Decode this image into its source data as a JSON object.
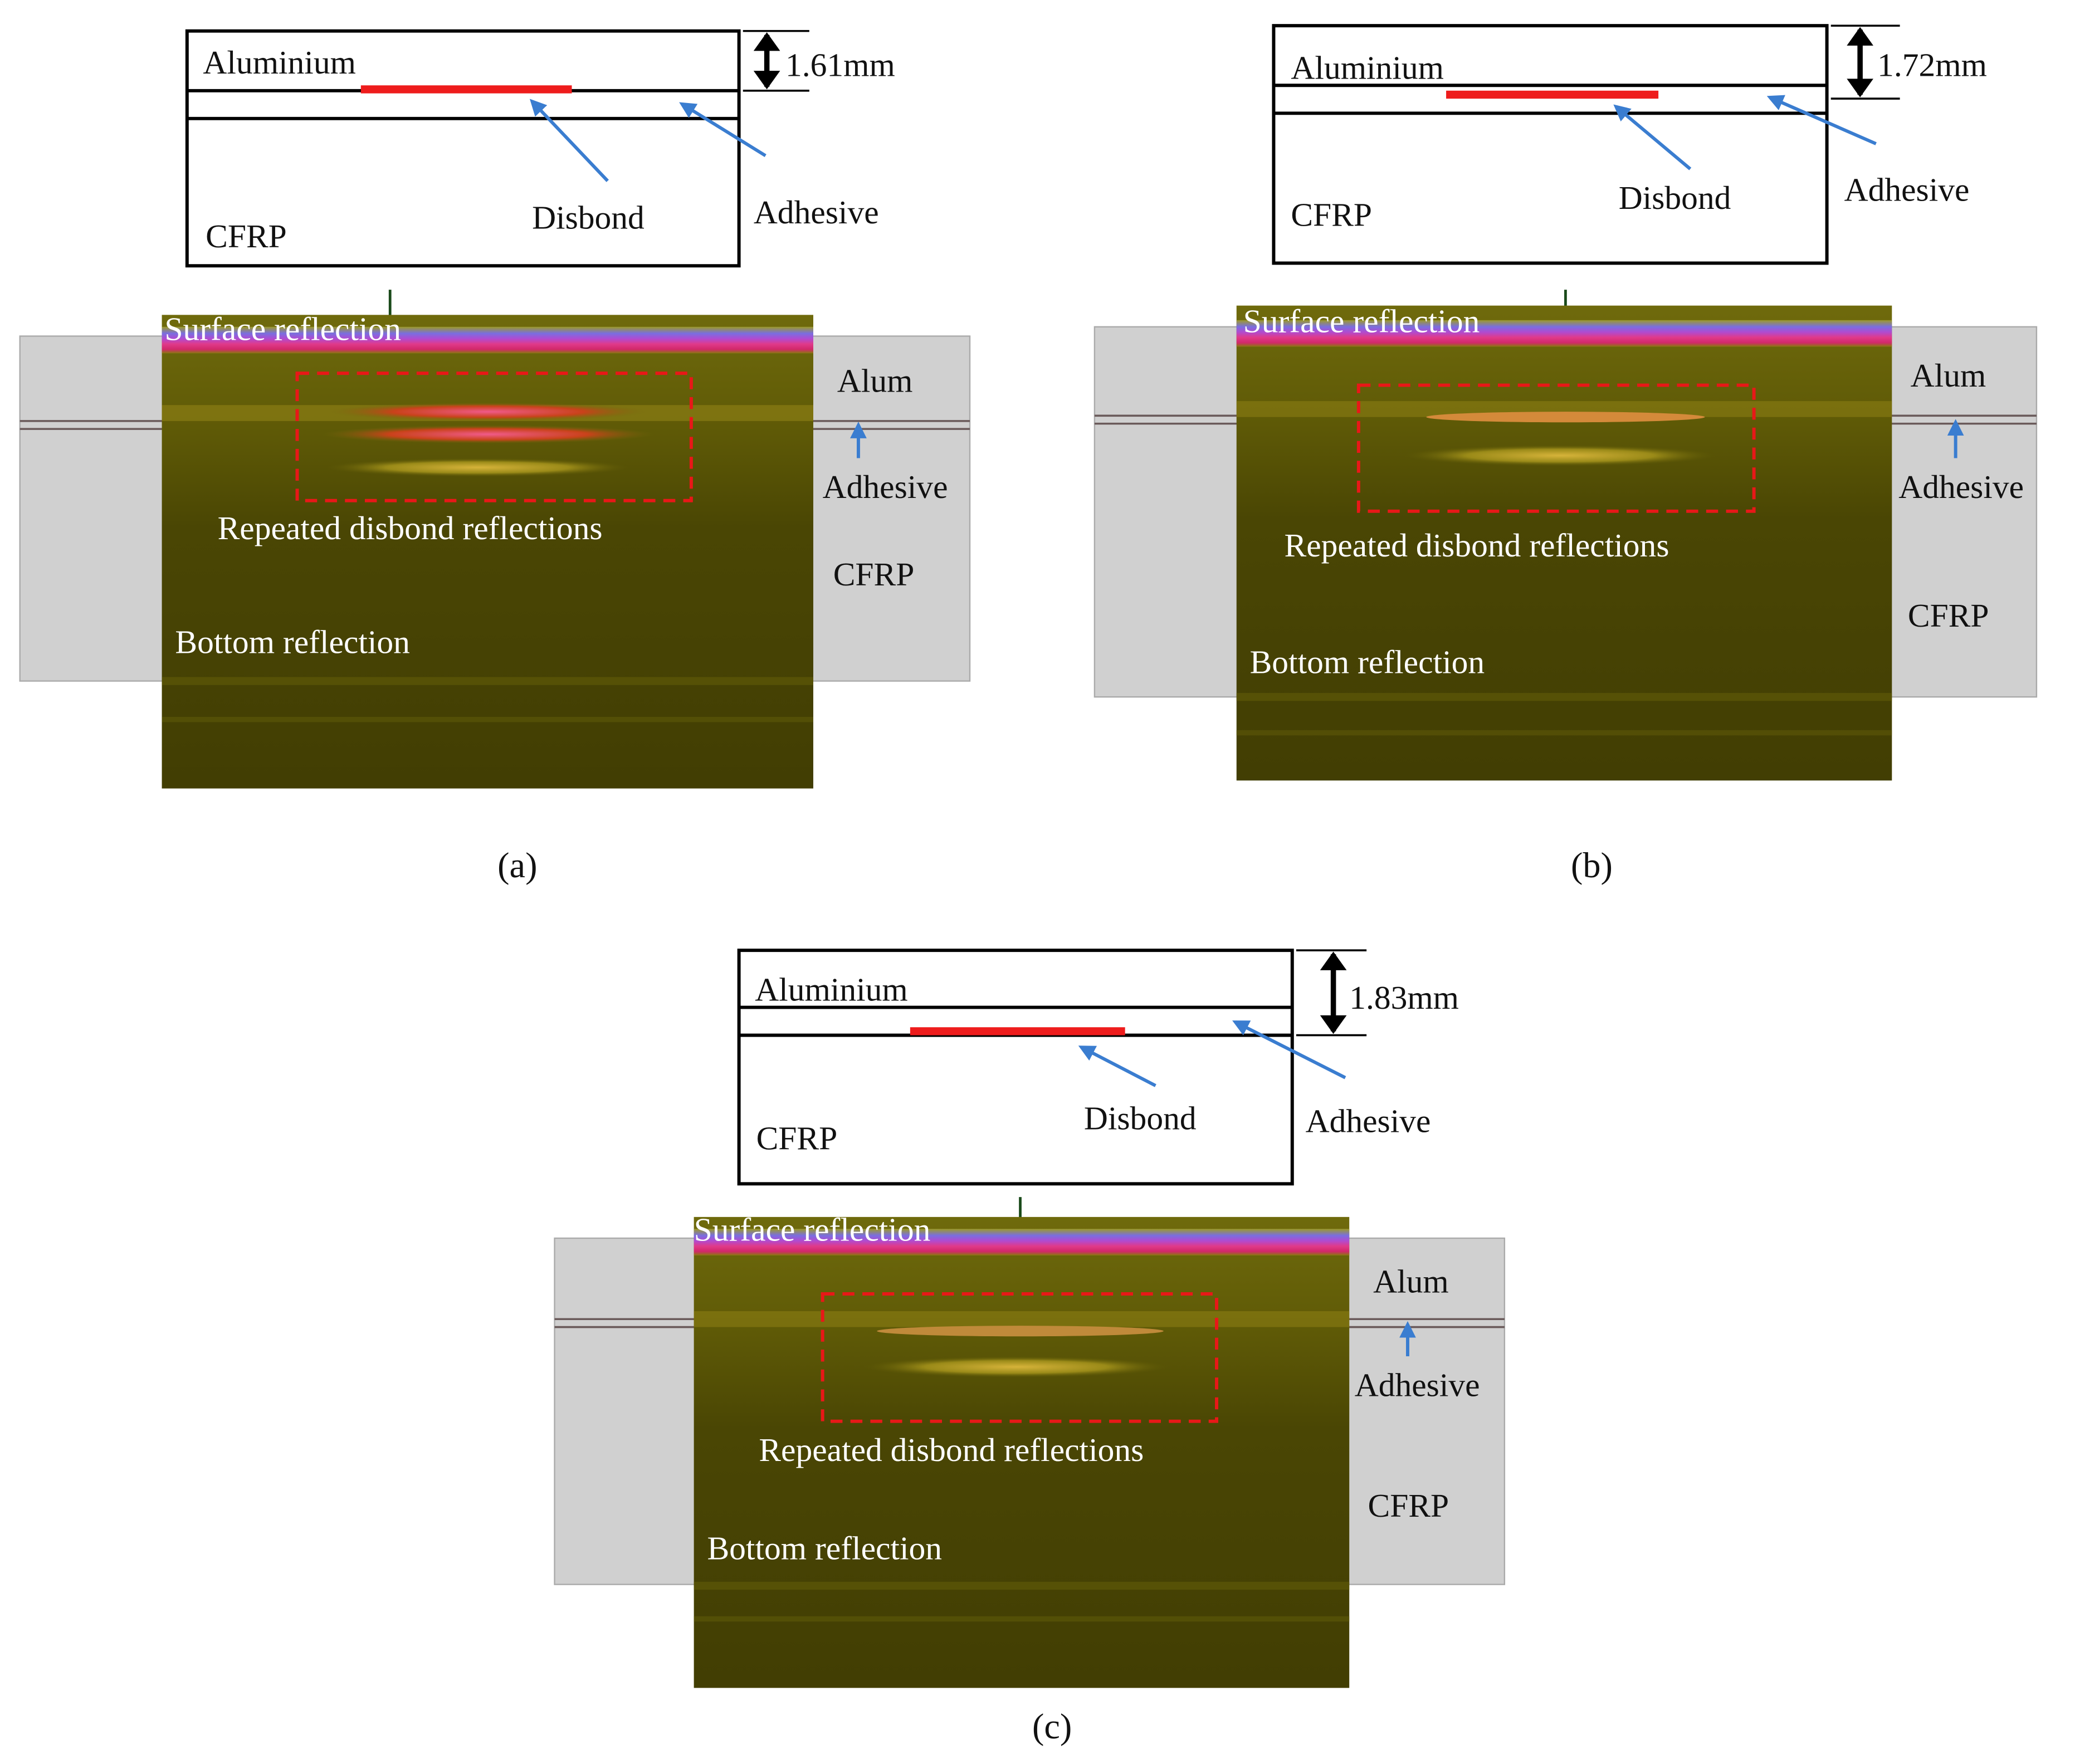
{
  "panels": [
    {
      "id": "a",
      "caption": "(a)",
      "thickness_label": "1.61mm",
      "schematic": {
        "aluminium_label": "Aluminium",
        "cfrp_label": "CFRP",
        "disbond_label": "Disbond",
        "adhesive_label": "Adhesive"
      },
      "scan": {
        "surface_label": "Surface reflection",
        "repeated_label": "Repeated disbond reflections",
        "bottom_label": "Bottom reflection",
        "alum_label": "Alum",
        "adhesive_label": "Adhesive",
        "cfrp_label": "CFRP"
      }
    },
    {
      "id": "b",
      "caption": "(b)",
      "thickness_label": "1.72mm",
      "schematic": {
        "aluminium_label": "Aluminium",
        "cfrp_label": "CFRP",
        "disbond_label": "Disbond",
        "adhesive_label": "Adhesive"
      },
      "scan": {
        "surface_label": "Surface reflection",
        "repeated_label": "Repeated disbond reflections",
        "bottom_label": "Bottom reflection",
        "alum_label": "Alum",
        "adhesive_label": "Adhesive",
        "cfrp_label": "CFRP"
      }
    },
    {
      "id": "c",
      "caption": "(c)",
      "thickness_label": "1.83mm",
      "schematic": {
        "aluminium_label": "Aluminium",
        "cfrp_label": "CFRP",
        "disbond_label": "Disbond",
        "adhesive_label": "Adhesive"
      },
      "scan": {
        "surface_label": "Surface reflection",
        "repeated_label": "Repeated disbond reflections",
        "bottom_label": "Bottom reflection",
        "alum_label": "Alum",
        "adhesive_label": "Adhesive",
        "cfrp_label": "CFRP"
      }
    }
  ],
  "colors": {
    "disbond": "#ee1c1c",
    "arrow": "#3a7dd0",
    "scan_background": "#4a4604",
    "surface_band": "#c9329a",
    "side_panel": "#d0d0d0",
    "dashed_box": "#e81818"
  }
}
